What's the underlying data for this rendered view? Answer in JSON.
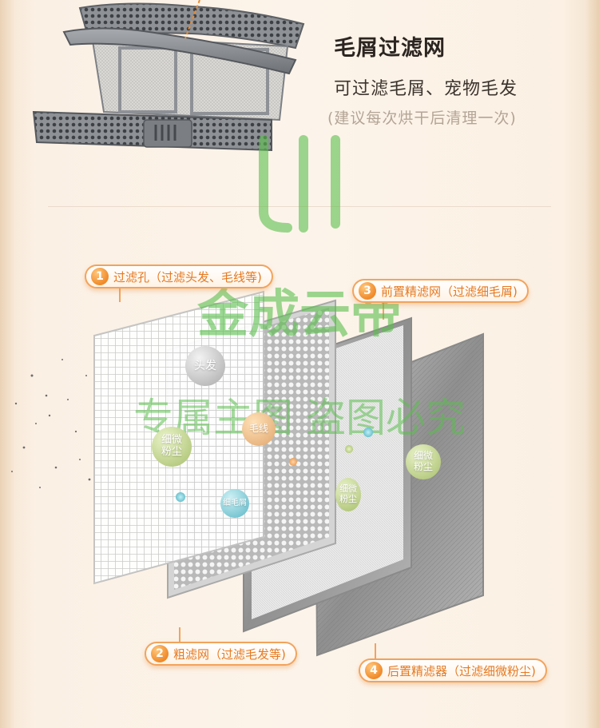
{
  "header": {
    "title": "毛屑过滤网",
    "subtitle": "可过滤毛屑、宠物毛发",
    "note": "(建议每次烘干后清理一次)"
  },
  "watermark": {
    "line1": "金成云帝",
    "line2": "专属主图  盗图必究",
    "color": "#5bbf4e"
  },
  "layers": [
    {
      "number": "1",
      "label": "过滤孔（过滤头发、毛线等)"
    },
    {
      "number": "2",
      "label": "粗滤网（过滤毛发等)"
    },
    {
      "number": "3",
      "label": "前置精滤网（过滤细毛屑)"
    },
    {
      "number": "4",
      "label": "后置精滤器（过滤细微粉尘)"
    }
  ],
  "particles": {
    "hair": "头发",
    "yarn": "毛线",
    "fine_dust_1": "细微粉尘",
    "fine_lint": "细毛屑",
    "fine_dust_2": "细微粉尘",
    "fine_dust_3": "细微粉尘"
  },
  "colors": {
    "accent": "#f08a2a",
    "label_text": "#e57a22"
  }
}
